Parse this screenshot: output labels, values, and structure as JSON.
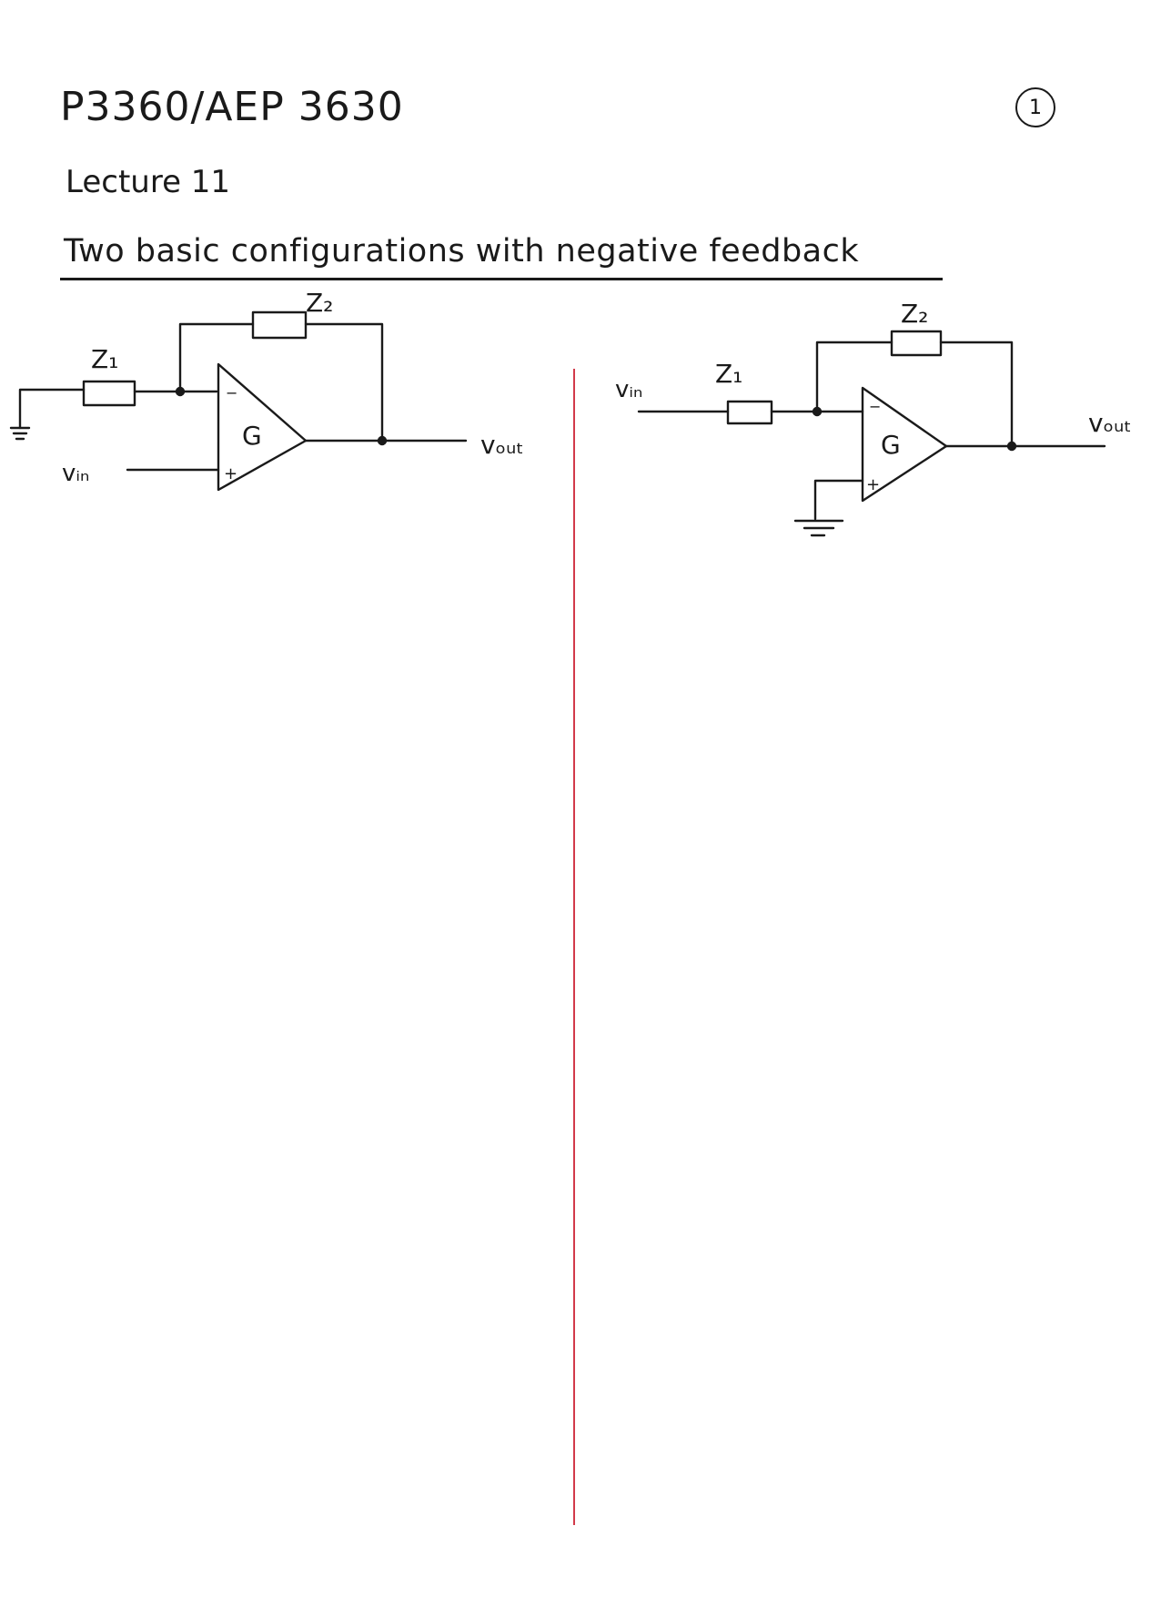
{
  "header": {
    "course": "P3360/AEP 3630",
    "page_number": "1",
    "lecture": "Lecture 11",
    "topic": "Two basic configurations with negative feedback"
  },
  "circuits": [
    {
      "z1_label": "Z₁",
      "z2_label": "Z₂",
      "amp_label": "G",
      "minus_label": "−",
      "plus_label": "+",
      "vin_label": "vᵢₙ",
      "vout_label": "vₒᵤₜ"
    },
    {
      "z1_label": "Z₁",
      "z2_label": "Z₂",
      "amp_label": "G",
      "minus_label": "−",
      "plus_label": "+",
      "vin_label": "vᵢₙ",
      "vout_label": "vₒᵤₜ"
    }
  ]
}
